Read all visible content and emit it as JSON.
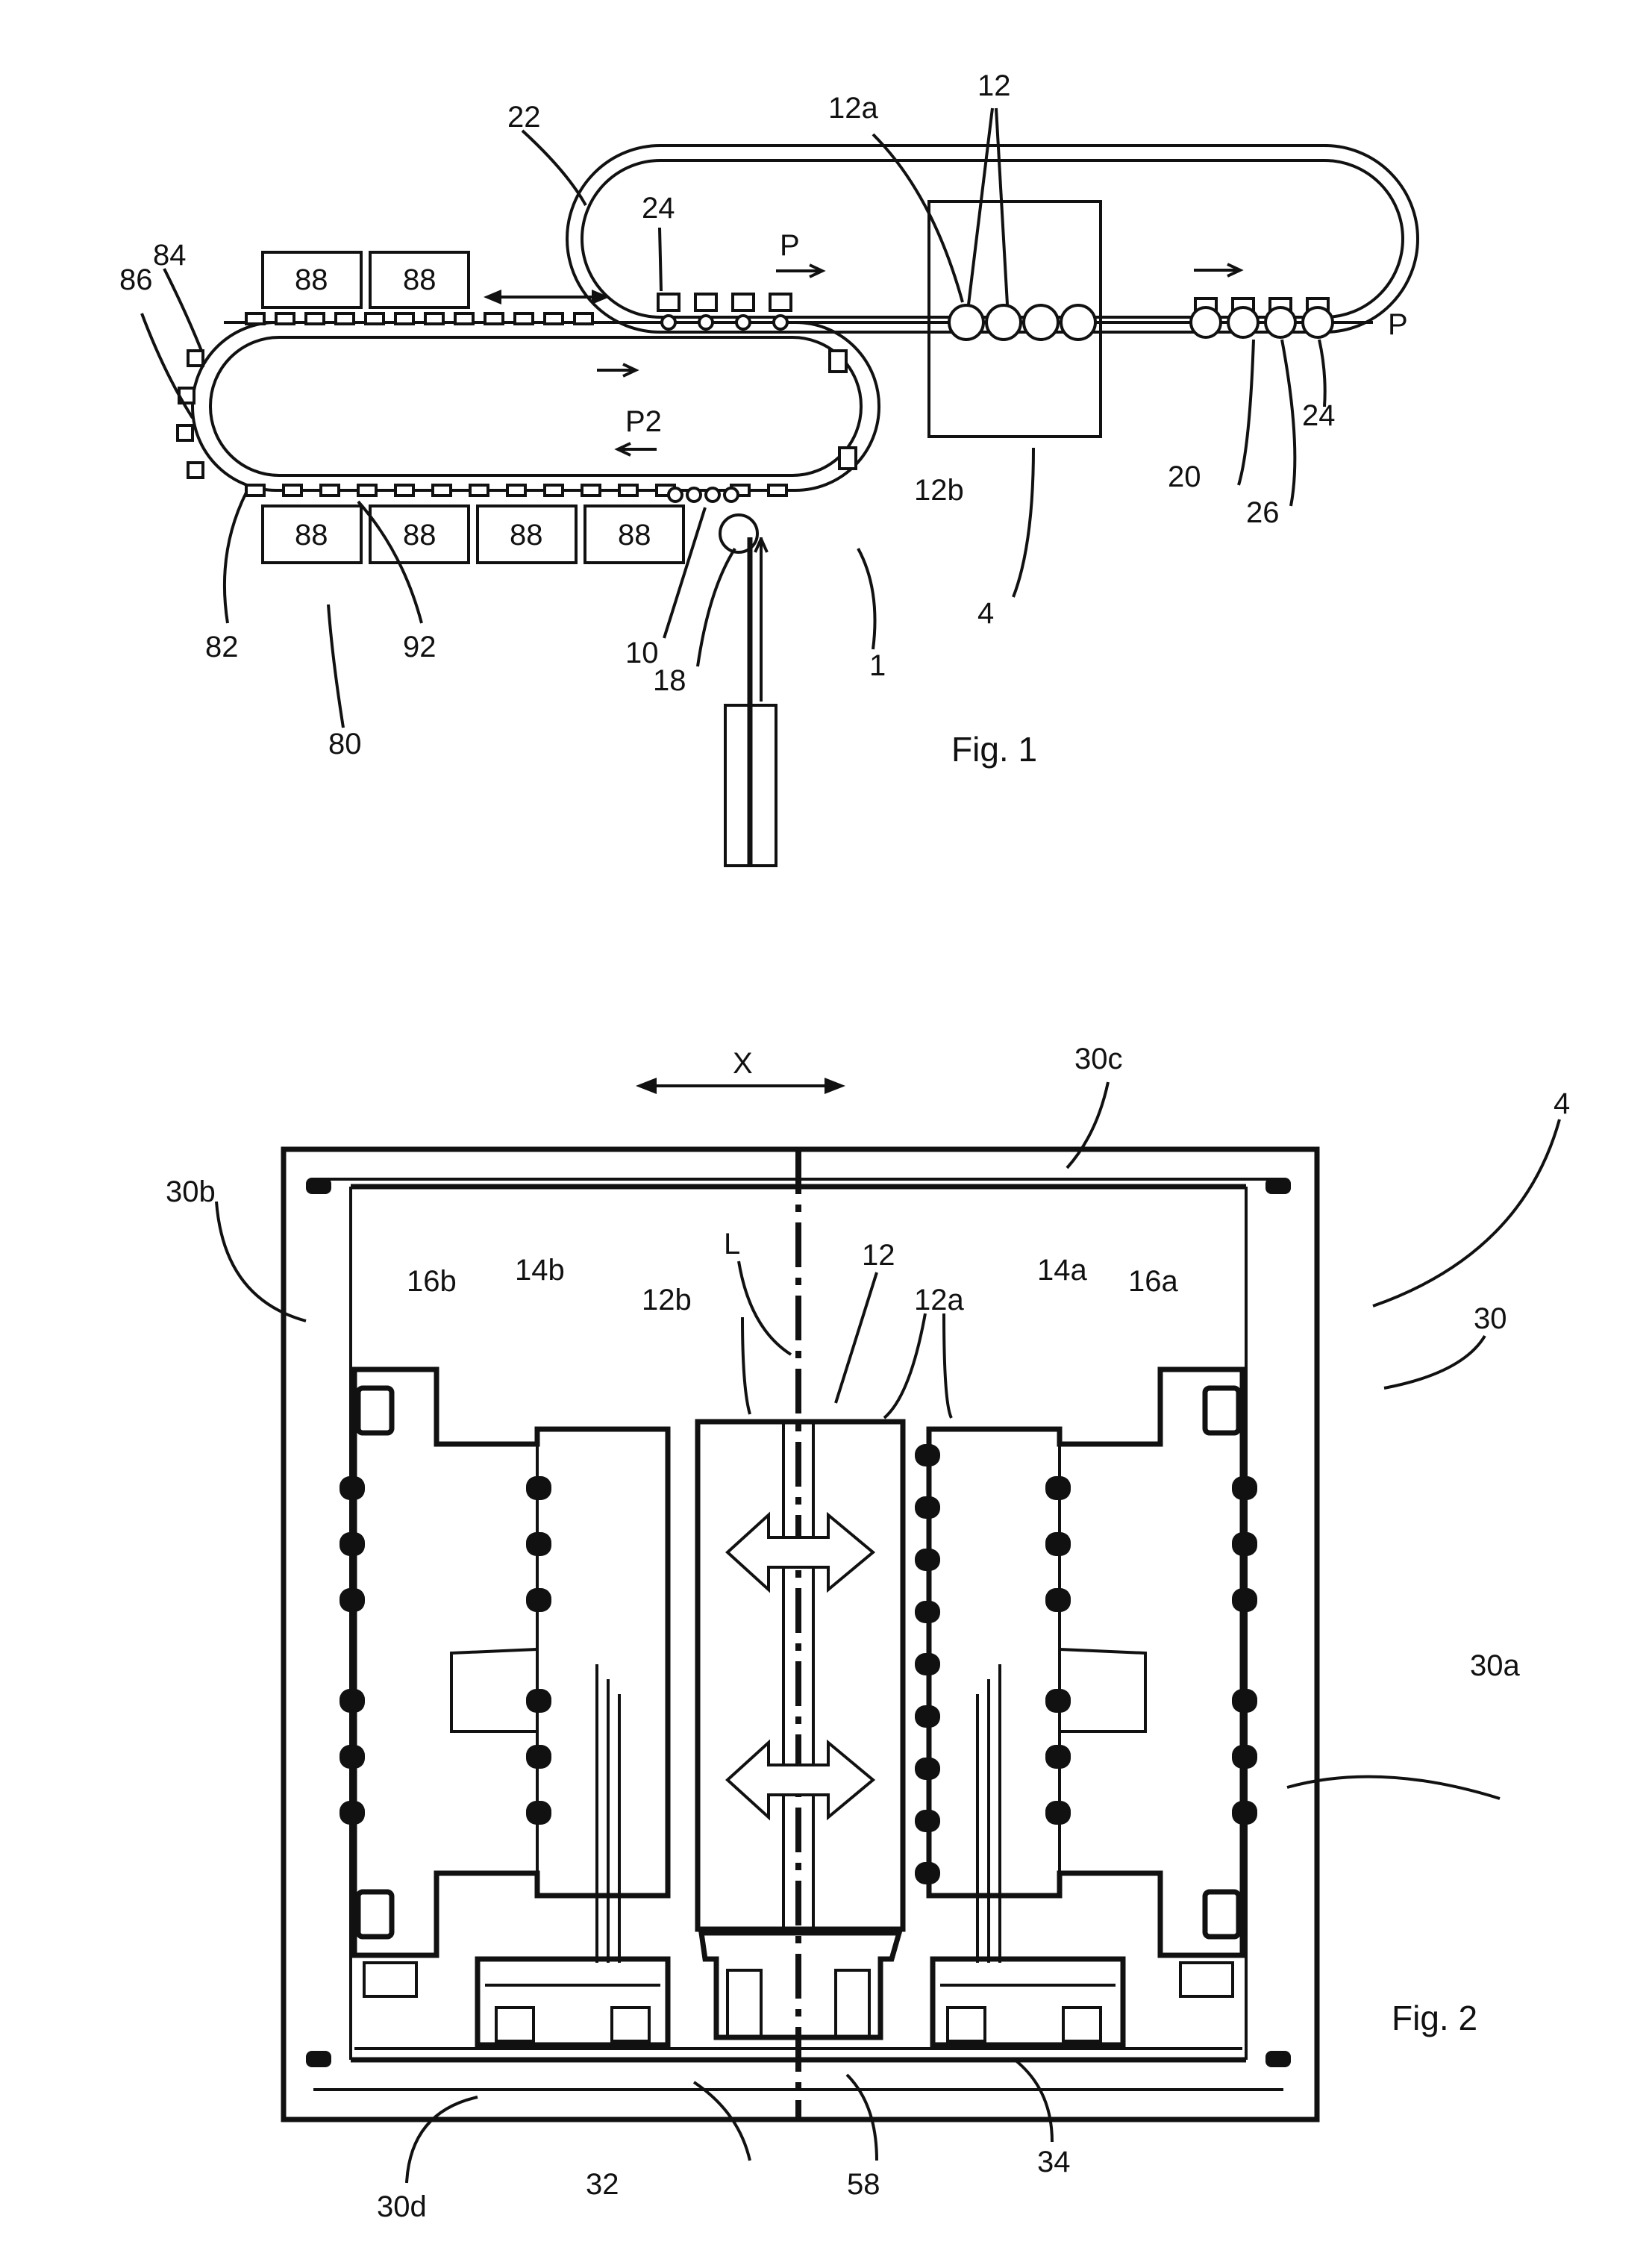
{
  "figure1": {
    "caption": "Fig. 1",
    "labels": {
      "l22": "22",
      "l12a": "12a",
      "l12": "12",
      "l24_top": "24",
      "lP": "P",
      "lP_end": "P",
      "l84": "84",
      "l86": "86",
      "l88_a": "88",
      "l88_b": "88",
      "lP2": "P2",
      "l88_c": "88",
      "l88_d": "88",
      "l88_e": "88",
      "l88_f": "88",
      "l82": "82",
      "l92": "92",
      "l80": "80",
      "l10": "10",
      "l18": "18",
      "l1": "1",
      "l12b": "12b",
      "l4": "4",
      "l20": "20",
      "l26": "26",
      "l24_right": "24"
    }
  },
  "figure2": {
    "caption": "Fig. 2",
    "labels": {
      "lX": "X",
      "l30c": "30c",
      "l4": "4",
      "l30": "30",
      "lL": "L",
      "l12": "12",
      "l16b": "16b",
      "l14b": "14b",
      "l12b": "12b",
      "l12a": "12a",
      "l14a": "14a",
      "l16a": "16a",
      "l30b": "30b",
      "l30a": "30a",
      "l30d": "30d",
      "l32": "32",
      "l58": "58",
      "l34": "34"
    }
  },
  "colors": {
    "ink": "#111111",
    "paper": "#ffffff"
  }
}
